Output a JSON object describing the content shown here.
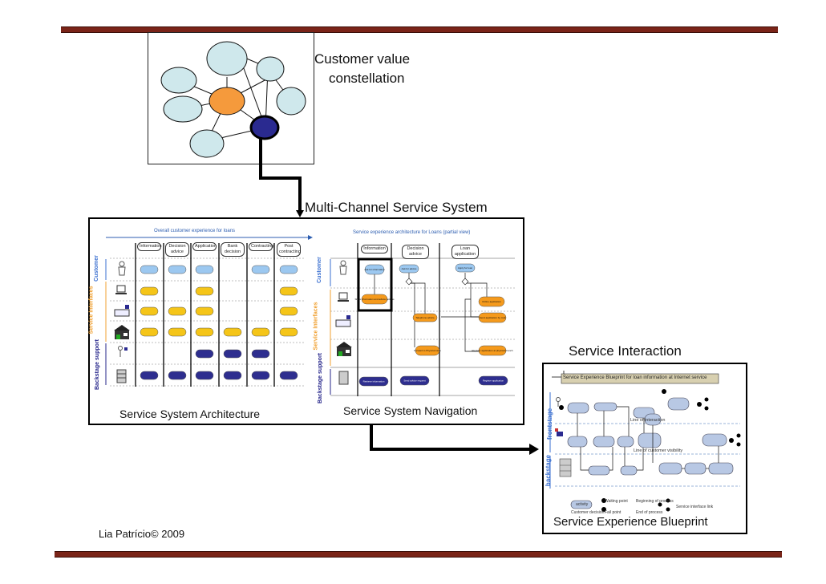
{
  "slide": {
    "footer": "Lia Patrício© 2009",
    "colors": {
      "rule": "#7a2418",
      "customer": "#3a6fd0",
      "service_interfaces": "#f0a030",
      "backstage": "#24248a",
      "pill_customer": "#9cc8f0",
      "pill_interface": "#f5c518",
      "pill_backstage": "#2e2e8f",
      "node_light": "#cfe8ec",
      "node_center": "#f59a3c",
      "node_focus": "#2a2a90"
    }
  },
  "constellation": {
    "title_line1": "Customer value",
    "title_line2": "constellation"
  },
  "multichannel": {
    "title": "Multi-Channel Service System"
  },
  "architecture": {
    "caption": "Service System Architecture",
    "header": "Overall customer experience for loans",
    "phases": [
      "Information",
      "Decision advice",
      "Application",
      "Bank decision",
      "Contracting",
      "Post contracting"
    ],
    "lanes": [
      "Customer",
      "Service Interfaces",
      "Backstage support"
    ],
    "rows": [
      {
        "label": "Customer",
        "lane": "customer",
        "cells": [
          1,
          1,
          1,
          0,
          1,
          1
        ]
      },
      {
        "label": "Internet interface",
        "lane": "interface",
        "cells": [
          1,
          0,
          1,
          0,
          0,
          1
        ]
      },
      {
        "label": "Telephone interface",
        "lane": "interface",
        "cells": [
          1,
          1,
          1,
          0,
          0,
          1
        ]
      },
      {
        "label": "Physical store",
        "lane": "interface",
        "cells": [
          1,
          1,
          1,
          1,
          1,
          1
        ]
      },
      {
        "label": "Internal support",
        "lane": "backstage",
        "cells": [
          0,
          0,
          1,
          1,
          1,
          0
        ]
      },
      {
        "label": "Backend system",
        "lane": "backstage",
        "cells": [
          1,
          1,
          1,
          1,
          1,
          1
        ]
      }
    ]
  },
  "navigation": {
    "caption": "Service System Navigation",
    "header": "Service experience architecture for Loans (partial view)",
    "phases": [
      "Information",
      "Decision advice",
      "Loan application"
    ],
    "lanes": [
      "Customer",
      "Service Interfaces",
      "Backstage support"
    ],
    "row_labels": [
      "Customer",
      "Internet interface",
      "Telephone interface",
      "Physical store",
      "Backend system"
    ],
    "nodes": {
      "ask_info": "Ask for information",
      "ask_advice": "Ask for advice",
      "apply": "Apply for loan",
      "show_info": "Show information and advice options",
      "tel_advice": "Telephone advice",
      "online_app": "Online application",
      "send_app_mail": "Send application by mail",
      "forward_store": "Forward to Physical store",
      "register_store": "Register application at physical branch",
      "retrieve_info": "Retrieve information",
      "send_advice_req": "Send advice request",
      "register_app": "Register application"
    }
  },
  "interaction": {
    "title": "Service Interaction",
    "caption": "Service Experience Blueprint",
    "blueprint_title": "Service Experience Blueprint for loan information at Internet service",
    "lanes": [
      "frontstage",
      "backstage"
    ],
    "lines": [
      "Line of interaction",
      "Line of customer visibility"
    ],
    "legend": [
      "activity",
      "Waiting point",
      "Beginning of process",
      "Customer decision",
      "Fail point",
      "End of process",
      "Service interface link"
    ]
  }
}
